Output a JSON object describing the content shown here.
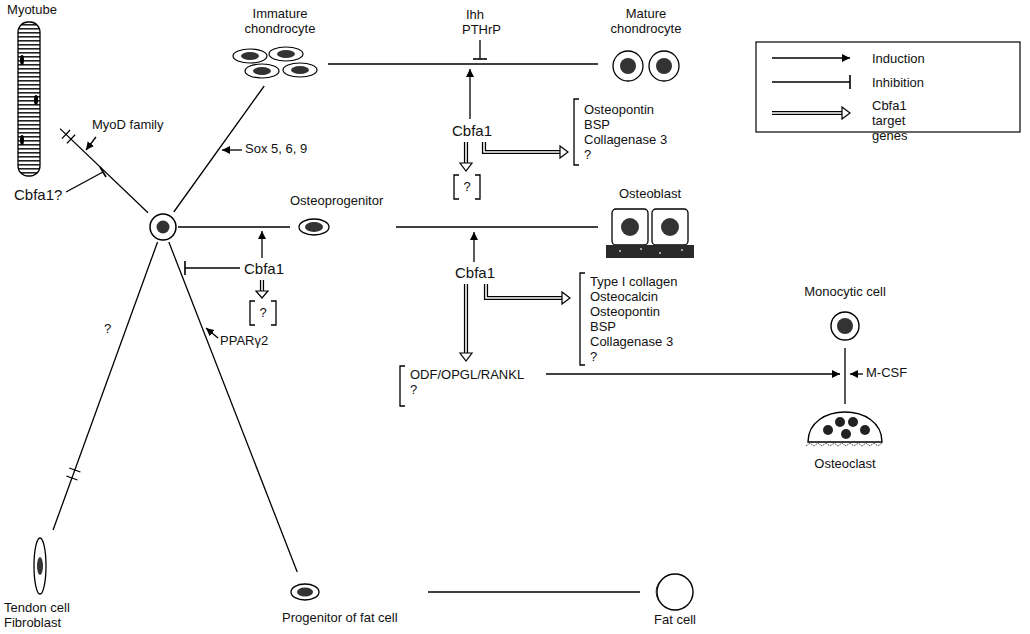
{
  "diagram": {
    "nodes": [
      {
        "text": [
          "Myotube"
        ]
      },
      {
        "text": [
          "Immature chondrocyte"
        ]
      },
      {
        "text": [
          "Mature chondrocyte"
        ]
      },
      {
        "text": [
          "?"
        ]
      },
      {
        "text": [
          "Osteopontin",
          "BSP",
          "Collagenase 3",
          "?"
        ]
      },
      {
        "text": []
      },
      {
        "text": [
          "Osteoprogenitor"
        ]
      },
      {
        "text": [
          "Osteoblast"
        ]
      },
      {
        "text": [
          "?"
        ]
      },
      {
        "text": [
          "Type I collagen",
          "Osteocalcin",
          "Osteopontin",
          "BSP",
          "Collagenase 3",
          "?"
        ]
      },
      {
        "text": [
          "Monocytic cell"
        ]
      },
      {
        "text": [
          "ODF/OPGL/RANKL",
          "?"
        ]
      },
      {
        "text": [
          "Osteoclast"
        ]
      },
      {
        "text": [
          "Tendon cell Fibroblast"
        ]
      },
      {
        "text": [
          "Progenitor of fat cell"
        ]
      },
      {
        "text": [
          "Fat cell"
        ]
      }
    ],
    "edges": [
      {
        "from": 5,
        "to": 0,
        "arrow": "none"
      },
      {
        "from": 5,
        "to": 1,
        "arrow": "none"
      },
      {
        "from": 1,
        "to": 2,
        "arrow": "none"
      },
      {
        "from": 5,
        "to": 6,
        "arrow": "none"
      },
      {
        "from": 6,
        "to": 7,
        "arrow": "none"
      },
      {
        "from": 10,
        "to": 12,
        "arrow": "none"
      },
      {
        "from": 5,
        "to": 13,
        "arrow": "none"
      },
      {
        "from": 5,
        "to": 14,
        "arrow": "none"
      },
      {
        "from": 14,
        "to": 15,
        "arrow": "none"
      }
    ],
    "labels": [
      "Ihh",
      "PTHrP",
      "MyoD family",
      "Sox 5, 6, 9",
      "Cbfa1?",
      "Cbfa1",
      "Cbfa1",
      "PPARγ2",
      "?",
      "Cbfa1",
      "M-CSF"
    ],
    "legend": [
      {
        "text": "Induction"
      },
      {
        "text": "Inhibition"
      },
      {
        "text": "Cbfa1 target genes"
      }
    ]
  }
}
